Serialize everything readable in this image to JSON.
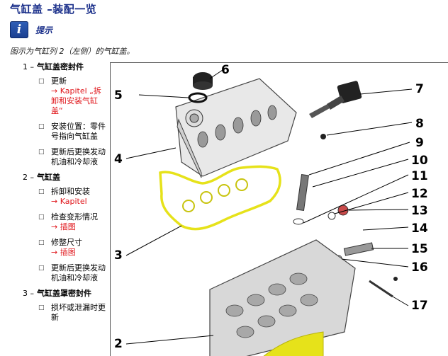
{
  "header": {
    "title": "气缸盖 –装配一览"
  },
  "hint": {
    "icon": "info-icon",
    "label": "提示"
  },
  "caption": "图示为气缸列 2（左侧）的气缸盖。",
  "parts": [
    {
      "num": "1 –",
      "title": "气缸盖密封件",
      "items": [
        {
          "text": "更新",
          "link": "→ Kapitel „拆卸和安装气缸盖“"
        },
        {
          "text": "安装位置：零件号指向气缸盖",
          "link": ""
        },
        {
          "text": "更新后更换发动机油和冷却液",
          "link": ""
        }
      ]
    },
    {
      "num": "2 –",
      "title": "气缸盖",
      "items": [
        {
          "text": "拆卸和安装",
          "link": "→ Kapitel"
        },
        {
          "text": "检查变形情况",
          "link": "→ 插图"
        },
        {
          "text": "修整尺寸",
          "link": "→ 插图"
        },
        {
          "text": "更新后更换发动机油和冷却液",
          "link": ""
        }
      ]
    },
    {
      "num": "3 –",
      "title": "气缸盖罩密封件",
      "items": [
        {
          "text": "损坏或泄漏时更新",
          "link": ""
        }
      ]
    }
  ],
  "callouts": [
    "2",
    "3",
    "4",
    "5",
    "6",
    "7",
    "8",
    "9",
    "10",
    "11",
    "12",
    "13",
    "14",
    "15",
    "16",
    "17"
  ],
  "colors": {
    "title": "#1a2f8a",
    "link": "#e0161b",
    "gasket": "#e6e21a"
  }
}
